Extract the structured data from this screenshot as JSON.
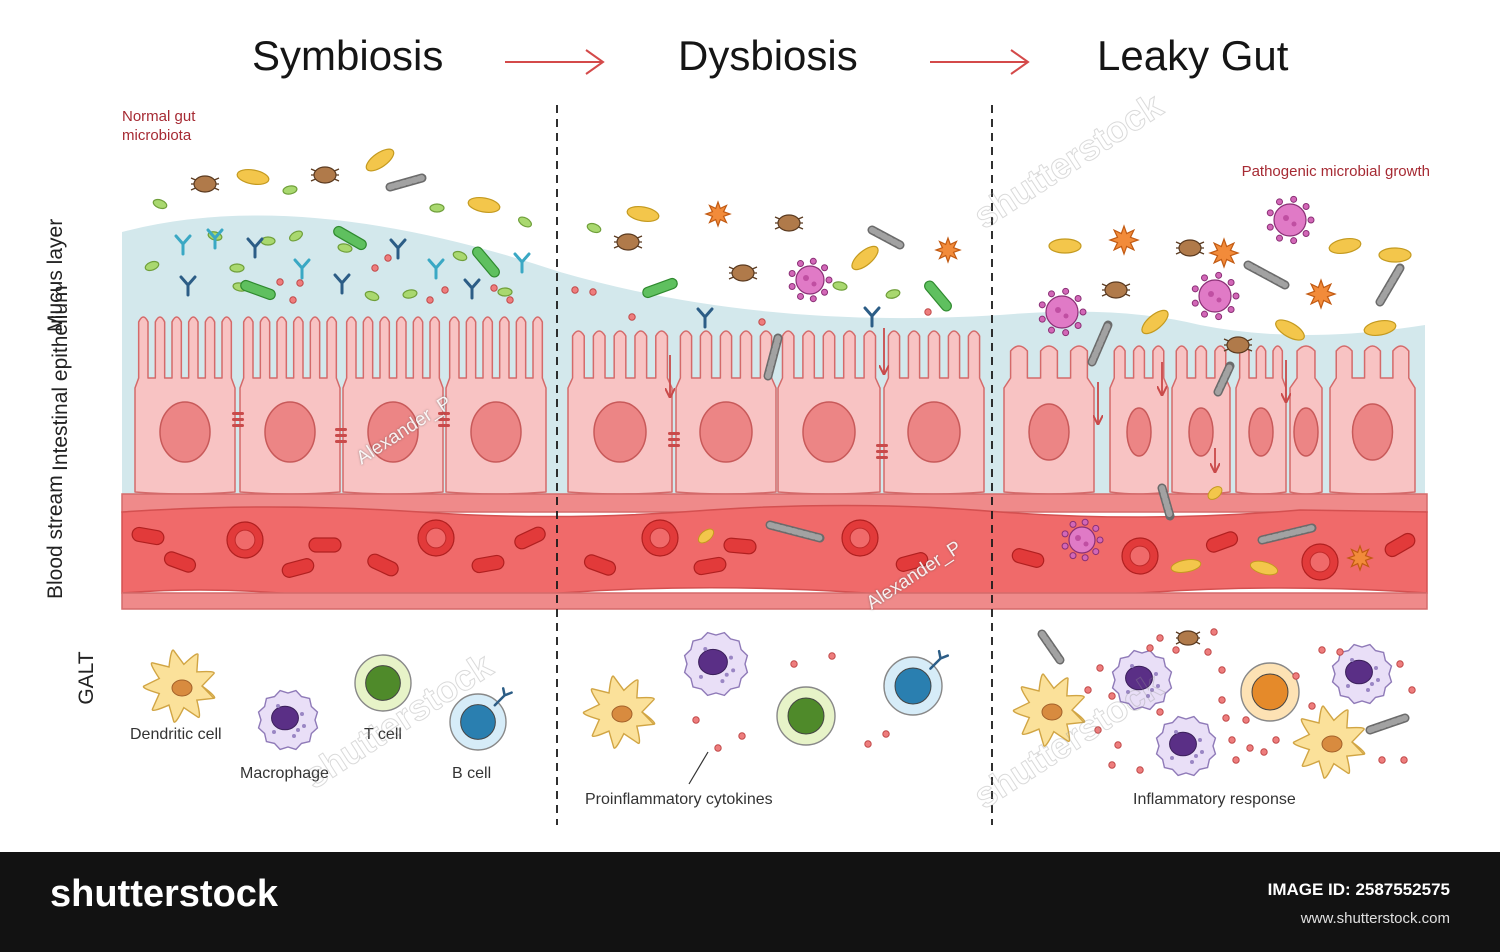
{
  "titles": {
    "symbiosis": "Symbiosis",
    "dysbiosis": "Dysbiosis",
    "leaky_gut": "Leaky Gut"
  },
  "row_labels": {
    "mucus": "Mucus layer",
    "epithelium": "Intestinal epithelium",
    "blood": "Blood stream",
    "galt": "GALT"
  },
  "annotations": {
    "normal_microbiota": "Normal gut microbiota",
    "pathogenic_growth": "Pathogenic microbial growth",
    "proinflammatory": "Proinflammatory cytokines",
    "inflammatory": "Inflammatory response"
  },
  "immune_cells": {
    "dendritic": "Dendritic cell",
    "macrophage": "Macrophage",
    "t_cell": "T cell",
    "b_cell": "B cell"
  },
  "watermark": {
    "author": "Alexander_P",
    "brand": "shutterstock",
    "footer_brand": "shutterstock",
    "image_id": "IMAGE ID: 2587552575",
    "url": "www.shutterstock.com"
  },
  "colors": {
    "mucus": "#d3e8ec",
    "epithelium_fill": "#f8c3c3",
    "epithelium_stroke": "#d46a6a",
    "nucleus": "#ec8585",
    "blood": "#ef8a8a",
    "blood_dark": "#e46767",
    "rbc": "#e23a3a",
    "arrow": "#c94a4a",
    "annotation": "#a62a33"
  }
}
